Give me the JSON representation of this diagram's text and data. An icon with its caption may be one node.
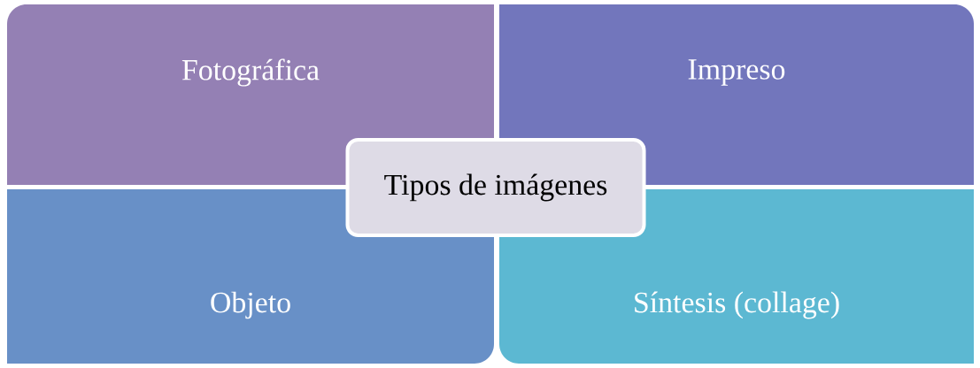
{
  "diagram": {
    "nodes": [
      {
        "text": [
          "Fotográfica"
        ]
      },
      {
        "text": [
          "Impreso"
        ]
      },
      {
        "text": [
          "Tipos de imágenes"
        ]
      },
      {
        "text": [
          "Objeto"
        ]
      },
      {
        "text": [
          "Síntesis (collage)"
        ]
      }
    ]
  }
}
